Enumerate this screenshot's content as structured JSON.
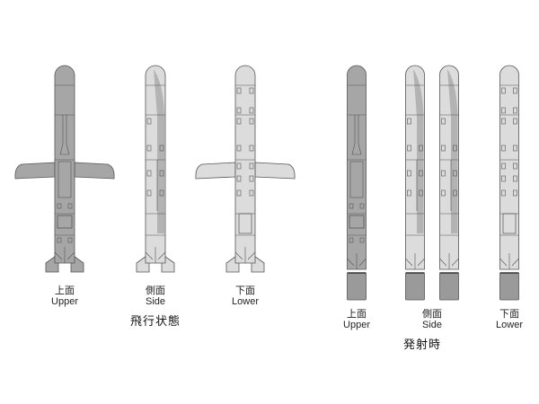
{
  "groups": [
    {
      "title": "飛行状態",
      "views": [
        {
          "jp": "上面",
          "en": "Upper",
          "tone": "dark",
          "wings": true
        },
        {
          "jp": "側面",
          "en": "Side",
          "tone": "side",
          "wings": false
        },
        {
          "jp": "下面",
          "en": "Lower",
          "tone": "light",
          "wings": true
        }
      ]
    },
    {
      "title": "発射時",
      "views": [
        {
          "jp": "上面",
          "en": "Upper",
          "tone": "dark",
          "wings": false
        },
        {
          "jp": "側面",
          "en": "Side",
          "tone": "side",
          "wings": false
        },
        {
          "jp": "下面",
          "en": "Lower",
          "tone": "light",
          "wings": false
        }
      ]
    }
  ],
  "colors": {
    "dark": "#a6a6a6",
    "light": "#dcdcdc",
    "outline": "#555555",
    "booster": "#9a9a9a"
  }
}
